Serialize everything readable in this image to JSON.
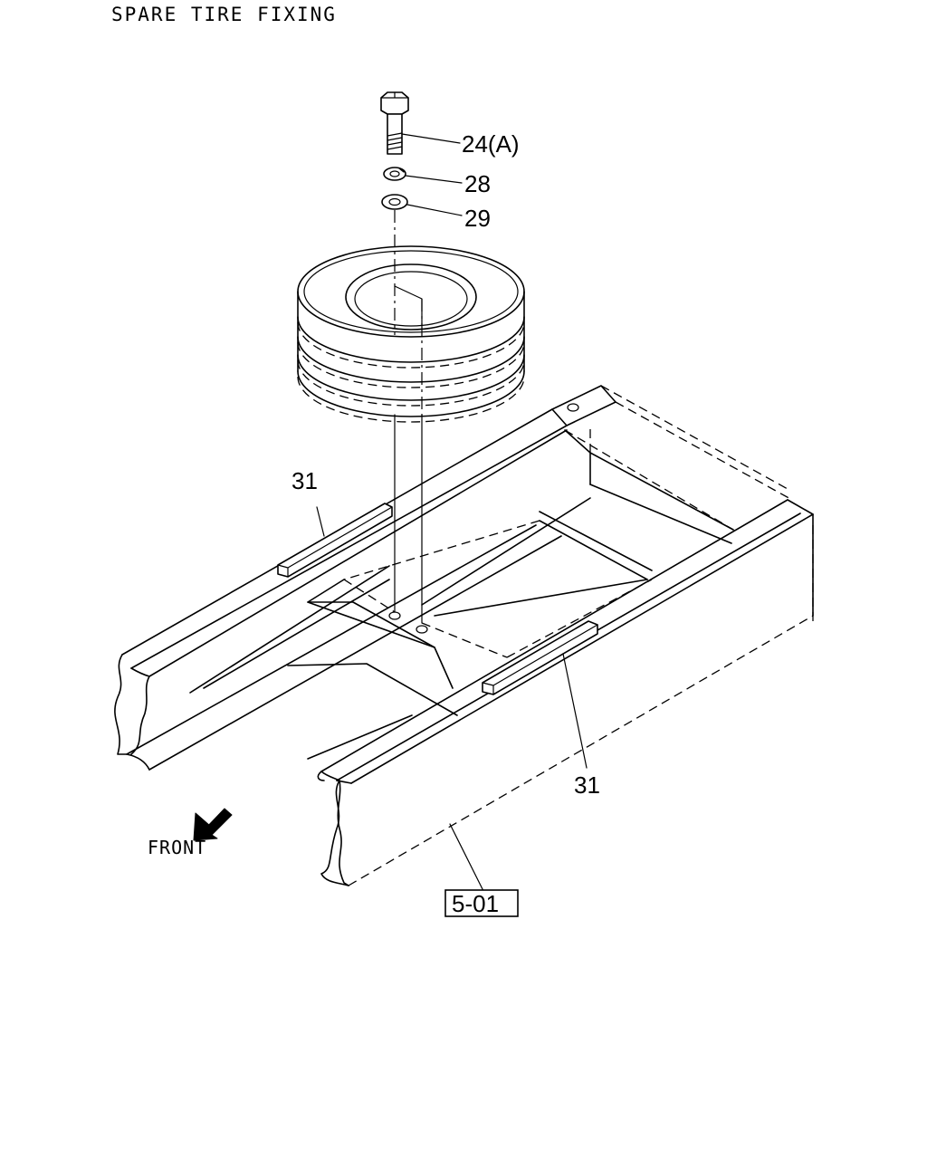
{
  "title": "SPARE TIRE FIXING",
  "callouts": {
    "bolt": "24(A)",
    "lock_washer": "28",
    "flat_washer": "29",
    "strip_left": "31",
    "strip_right": "31"
  },
  "direction_label": "FRONT",
  "reference_box": "5-01"
}
